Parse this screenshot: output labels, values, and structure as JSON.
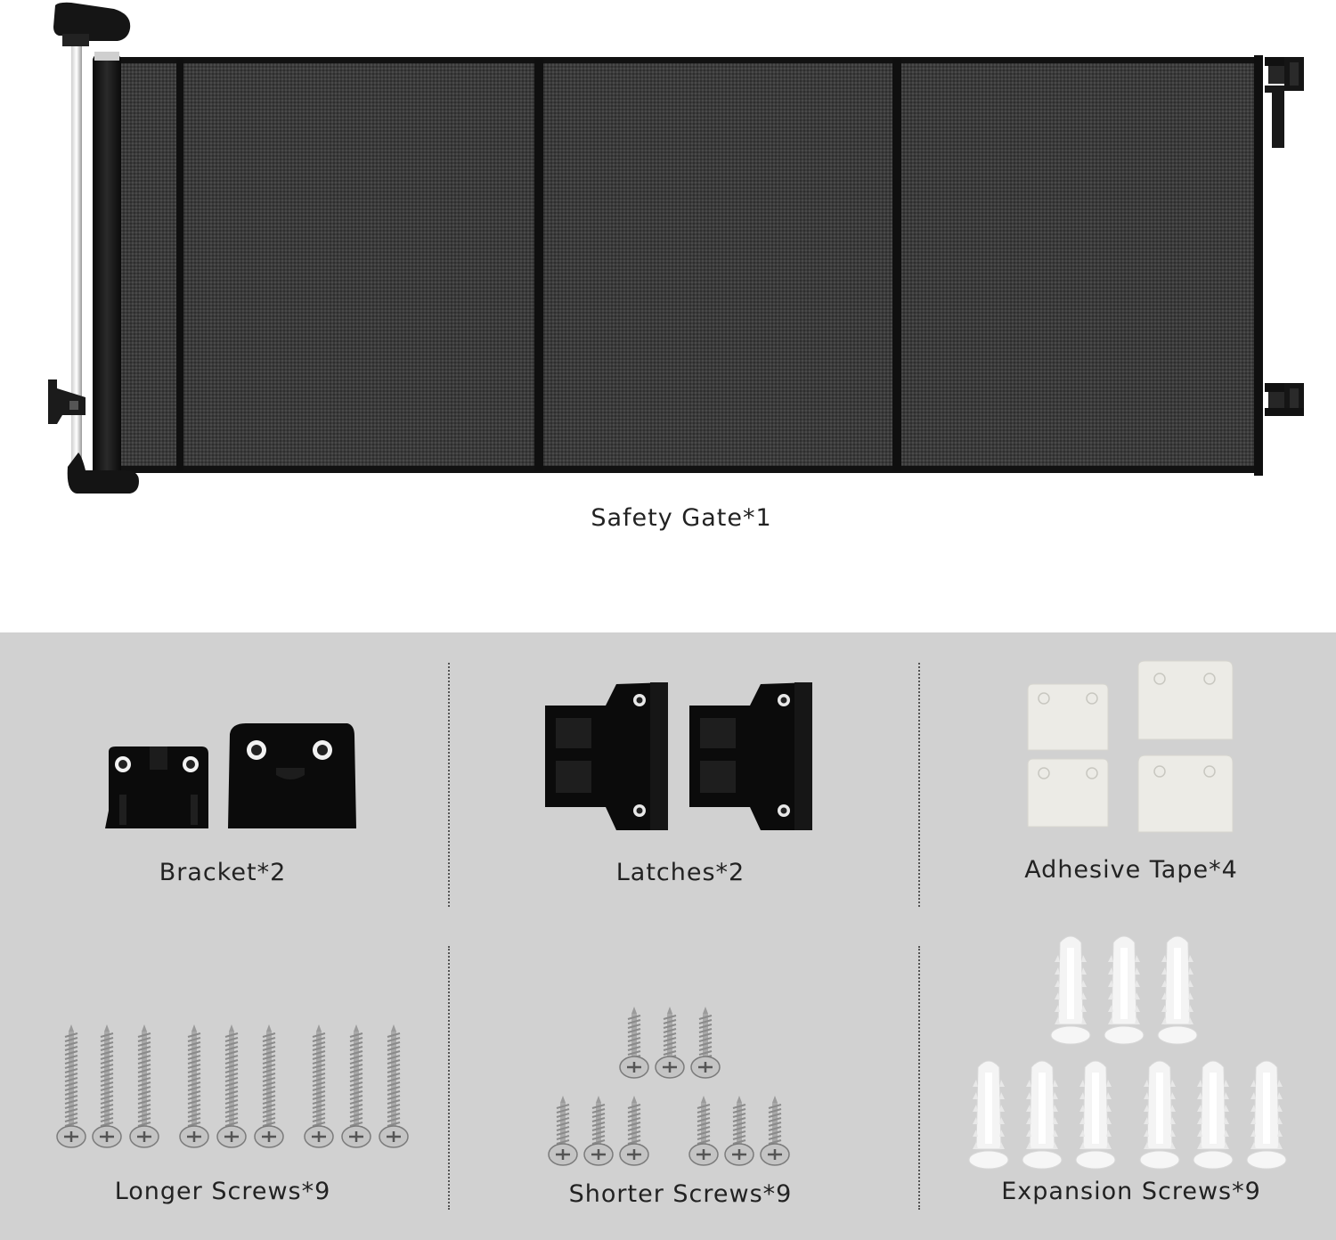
{
  "gate": {
    "label": "Safety Gate*1"
  },
  "items": {
    "bracket": {
      "label": "Bracket*2"
    },
    "latches": {
      "label": "Latches*2"
    },
    "adhesive_tape": {
      "label": "Adhesive Tape*4"
    },
    "longer_screws": {
      "label": "Longer Screws*9"
    },
    "shorter_screws": {
      "label": "Shorter Screws*9"
    },
    "expansion_screws": {
      "label": "Expansion Screws*9"
    }
  },
  "colors": {
    "mesh": "#3a3a3a",
    "frame": "#111111",
    "panel_background": "#d1d1d1",
    "tape": "#ecebe6",
    "anchor": "#f4f4f4",
    "screw": "#b5b5b5"
  }
}
